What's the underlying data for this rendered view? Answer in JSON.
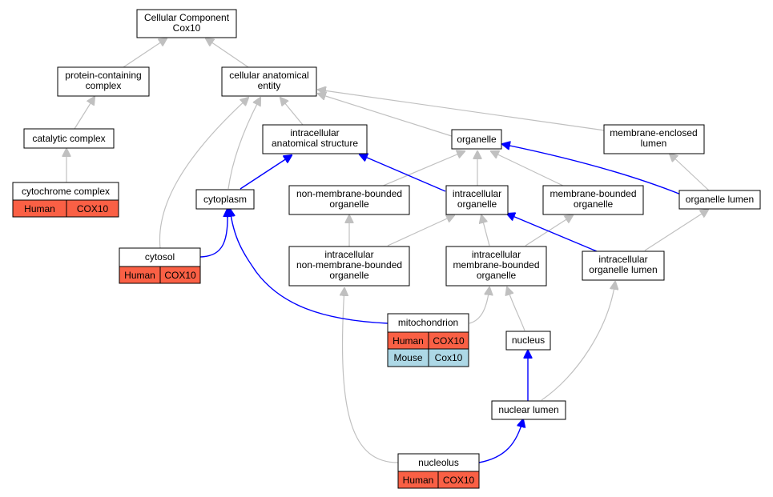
{
  "colors": {
    "human": "#fa6045",
    "mouse": "#add8e6",
    "blue_edge": "#0000ff",
    "gray_edge": "#c0c0c0"
  },
  "nodes": {
    "root": {
      "line1": "Cellular Component",
      "line2": "Cox10"
    },
    "protein_containing_complex": {
      "line1": "protein-containing",
      "line2": "complex"
    },
    "cellular_anatomical_entity": {
      "line1": "cellular anatomical",
      "line2": "entity"
    },
    "catalytic_complex": {
      "line1": "catalytic complex"
    },
    "intracellular_anatomical_structure": {
      "line1": "intracellular",
      "line2": "anatomical structure"
    },
    "organelle": {
      "line1": "organelle"
    },
    "membrane_enclosed_lumen": {
      "line1": "membrane-enclosed",
      "line2": "lumen"
    },
    "cytochrome_complex": {
      "line1": "cytochrome complex",
      "species": "Human",
      "gene": "COX10"
    },
    "cytoplasm": {
      "line1": "cytoplasm"
    },
    "non_membrane_bounded_organelle": {
      "line1": "non-membrane-bounded",
      "line2": "organelle"
    },
    "intracellular_organelle": {
      "line1": "intracellular",
      "line2": "organelle"
    },
    "membrane_bounded_organelle": {
      "line1": "membrane-bounded",
      "line2": "organelle"
    },
    "organelle_lumen": {
      "line1": "organelle lumen"
    },
    "cytosol": {
      "line1": "cytosol",
      "species": "Human",
      "gene": "COX10"
    },
    "intracellular_nmb_organelle": {
      "line1": "intracellular",
      "line2": "non-membrane-bounded",
      "line3": "organelle"
    },
    "intracellular_mb_organelle": {
      "line1": "intracellular",
      "line2": "membrane-bounded",
      "line3": "organelle"
    },
    "intracellular_organelle_lumen": {
      "line1": "intracellular",
      "line2": "organelle lumen"
    },
    "mitochondrion": {
      "line1": "mitochondrion",
      "species1": "Human",
      "gene1": "COX10",
      "species2": "Mouse",
      "gene2": "Cox10"
    },
    "nucleus": {
      "line1": "nucleus"
    },
    "nuclear_lumen": {
      "line1": "nuclear lumen"
    },
    "nucleolus": {
      "line1": "nucleolus",
      "species": "Human",
      "gene": "COX10"
    }
  }
}
